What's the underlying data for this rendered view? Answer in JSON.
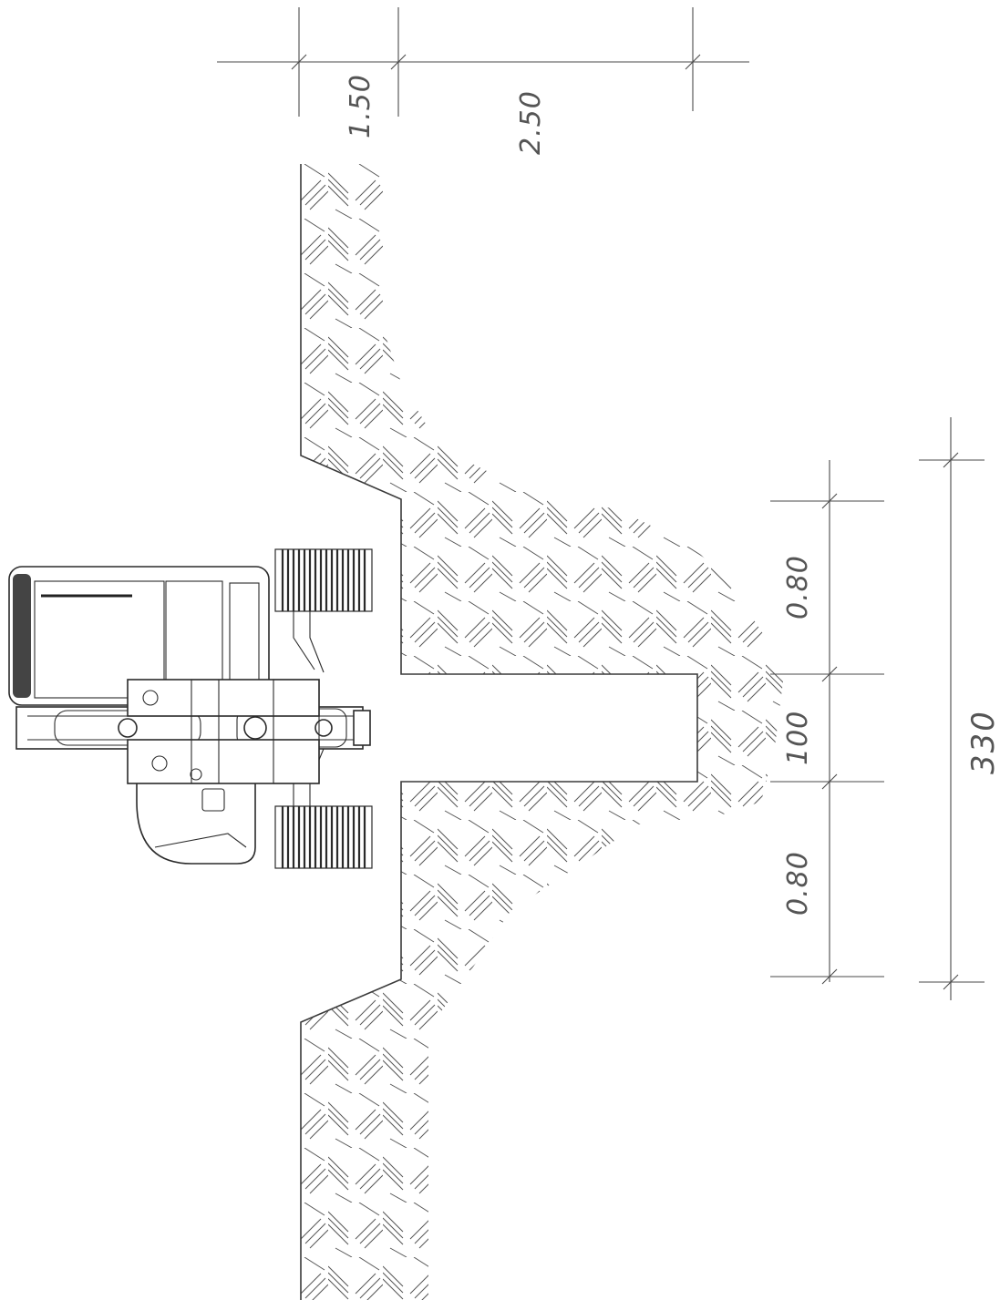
{
  "drawing": {
    "colors": {
      "ink": "#3a3a3a",
      "text": "#555555",
      "paper": "#ffffff"
    },
    "top_dims": [
      "1.50",
      "2.50"
    ],
    "side_dims": [
      "0.80",
      "100",
      "0.80"
    ],
    "overall_dim": "330"
  }
}
